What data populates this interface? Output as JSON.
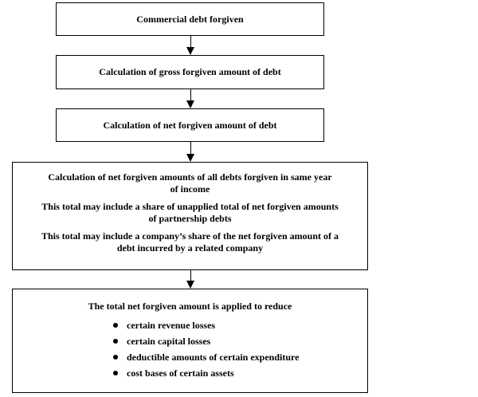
{
  "flowchart": {
    "step1": "Commercial debt forgiven",
    "step2": "Calculation of gross forgiven amount of debt",
    "step3": "Calculation of net forgiven amount of debt",
    "step4": {
      "line1": "Calculation of net forgiven amounts of all debts forgiven in same year of income",
      "line2": "This total may include a share of unapplied total of net forgiven amounts of partnership debts",
      "line3": "This total may include a company’s share of the net forgiven amount of a debt incurred by a related company"
    },
    "step5": {
      "heading": "The total net forgiven amount is applied to reduce",
      "bullets": [
        "certain revenue losses",
        "certain capital losses",
        "deductible amounts of certain expenditure",
        "cost bases of certain assets"
      ]
    }
  }
}
